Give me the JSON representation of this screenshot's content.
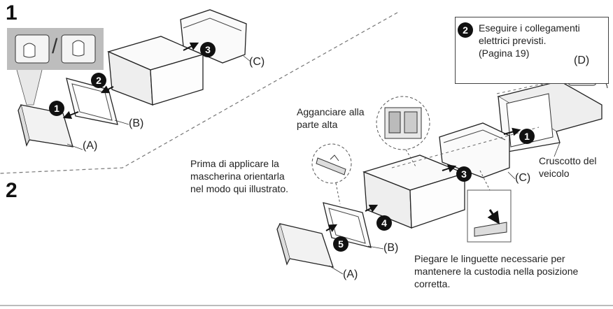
{
  "steps": {
    "step1": "1",
    "step2": "2"
  },
  "section1": {
    "separator": "/",
    "labels": {
      "A": "(A)",
      "B": "(B)",
      "C": "(C)"
    },
    "markers": {
      "m1": "1",
      "m2": "2",
      "m3": "3"
    }
  },
  "section2": {
    "callout": {
      "marker": "2",
      "line1": "Eseguire i collegamenti",
      "line2": "elettrici previsti.",
      "line3": "(Pagina 19)",
      "label_D": "(D)"
    },
    "hook_note": {
      "line1": "Agganciare alla",
      "line2": "parte alta"
    },
    "panel_note": {
      "line1": "Prima di applicare la",
      "line2": "mascherina orientarla",
      "line3": "nel modo qui illustrato."
    },
    "dashboard_note": {
      "line1": "Cruscotto del",
      "line2": "veicolo"
    },
    "tabs_note": {
      "line1": "Piegare le linguette necessarie per",
      "line2": "mantenere la custodia nella posizione",
      "line3": "corretta."
    },
    "labels": {
      "A": "(A)",
      "B": "(B)",
      "C": "(C)"
    },
    "markers": {
      "m1": "1",
      "m3": "3",
      "m4": "4",
      "m5": "5"
    }
  }
}
